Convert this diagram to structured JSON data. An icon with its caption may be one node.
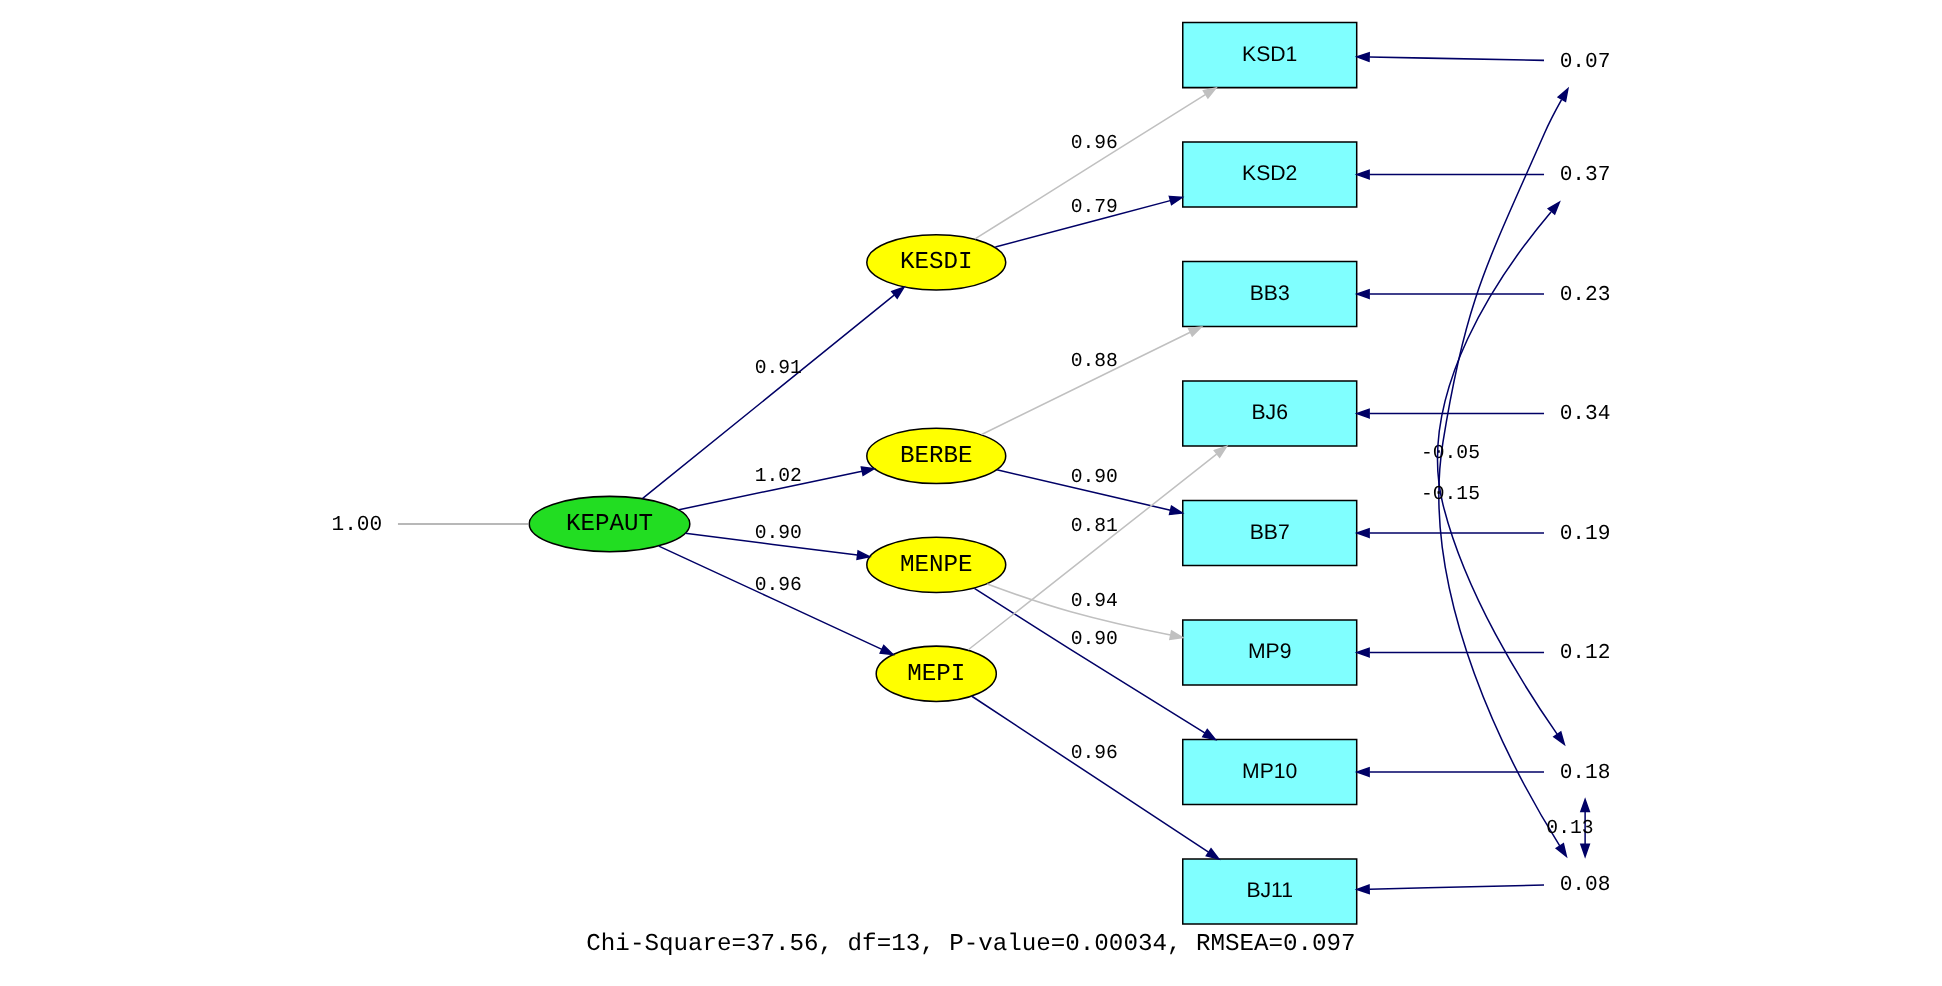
{
  "diagram": {
    "caption": "Chi-Square=37.56, df=13, P-value=0.00034, RMSEA=0.097",
    "nodes": [
      {
        "text": [
          "KEPAUT"
        ]
      },
      {
        "text": [
          "KESDI"
        ]
      },
      {
        "text": [
          "BERBE"
        ]
      },
      {
        "text": [
          "MENPE"
        ]
      },
      {
        "text": [
          "MEPI"
        ]
      },
      {
        "text": [
          "KSD1"
        ]
      },
      {
        "text": [
          "KSD2"
        ]
      },
      {
        "text": [
          "BB3"
        ]
      },
      {
        "text": [
          "BJ6"
        ]
      },
      {
        "text": [
          "BB7"
        ]
      },
      {
        "text": [
          "MP9"
        ]
      },
      {
        "text": [
          "MP10"
        ]
      },
      {
        "text": [
          "BJ11"
        ]
      },
      {
        "text": [
          "0.07"
        ]
      },
      {
        "text": [
          "0.37"
        ]
      },
      {
        "text": [
          "0.23"
        ]
      },
      {
        "text": [
          "0.34"
        ]
      },
      {
        "text": [
          "0.19"
        ]
      },
      {
        "text": [
          "0.12"
        ]
      },
      {
        "text": [
          "0.18"
        ]
      },
      {
        "text": [
          "0.08"
        ]
      },
      {
        "text": [
          "1.00"
        ]
      }
    ],
    "edges": [
      {
        "from": 21,
        "to": 0,
        "arrow": "none",
        "color": "#a0a0a0"
      },
      {
        "from": 0,
        "to": 1,
        "arrow": "to",
        "label": "0.91"
      },
      {
        "from": 0,
        "to": 2,
        "arrow": "to",
        "label": "1.02"
      },
      {
        "from": 0,
        "to": 3,
        "arrow": "to",
        "label": "0.90"
      },
      {
        "from": 0,
        "to": 4,
        "arrow": "to",
        "label": "0.96"
      },
      {
        "from": 1,
        "to": 5,
        "arrow": "to",
        "label": "0.96",
        "color": "#c0c0c0"
      },
      {
        "from": 1,
        "to": 6,
        "arrow": "to",
        "label": "0.79"
      },
      {
        "from": 2,
        "to": 7,
        "arrow": "to",
        "label": "0.88",
        "color": "#c0c0c0"
      },
      {
        "from": 2,
        "to": 9,
        "arrow": "to",
        "label": "0.90"
      },
      {
        "from": 3,
        "to": 10,
        "arrow": "to",
        "label": "0.94",
        "color": "#c0c0c0"
      },
      {
        "from": 3,
        "to": 11,
        "arrow": "to",
        "label": "0.90"
      },
      {
        "from": 4,
        "to": 8,
        "arrow": "to",
        "label": "0.81",
        "color": "#c0c0c0"
      },
      {
        "from": 4,
        "to": 12,
        "arrow": "to",
        "label": "0.96"
      },
      {
        "from": 13,
        "to": 5,
        "arrow": "to"
      },
      {
        "from": 14,
        "to": 6,
        "arrow": "to"
      },
      {
        "from": 15,
        "to": 7,
        "arrow": "to"
      },
      {
        "from": 16,
        "to": 8,
        "arrow": "to"
      },
      {
        "from": 17,
        "to": 9,
        "arrow": "to"
      },
      {
        "from": 18,
        "to": 10,
        "arrow": "to"
      },
      {
        "from": 19,
        "to": 11,
        "arrow": "to"
      },
      {
        "from": 20,
        "to": 12,
        "arrow": "to"
      },
      {
        "from": 13,
        "to": 20,
        "arrow": "both",
        "label": "-0.05"
      },
      {
        "from": 14,
        "to": 19,
        "arrow": "both",
        "label": "-0.15"
      },
      {
        "from": 19,
        "to": 20,
        "arrow": "both",
        "label": "0.13"
      }
    ]
  }
}
